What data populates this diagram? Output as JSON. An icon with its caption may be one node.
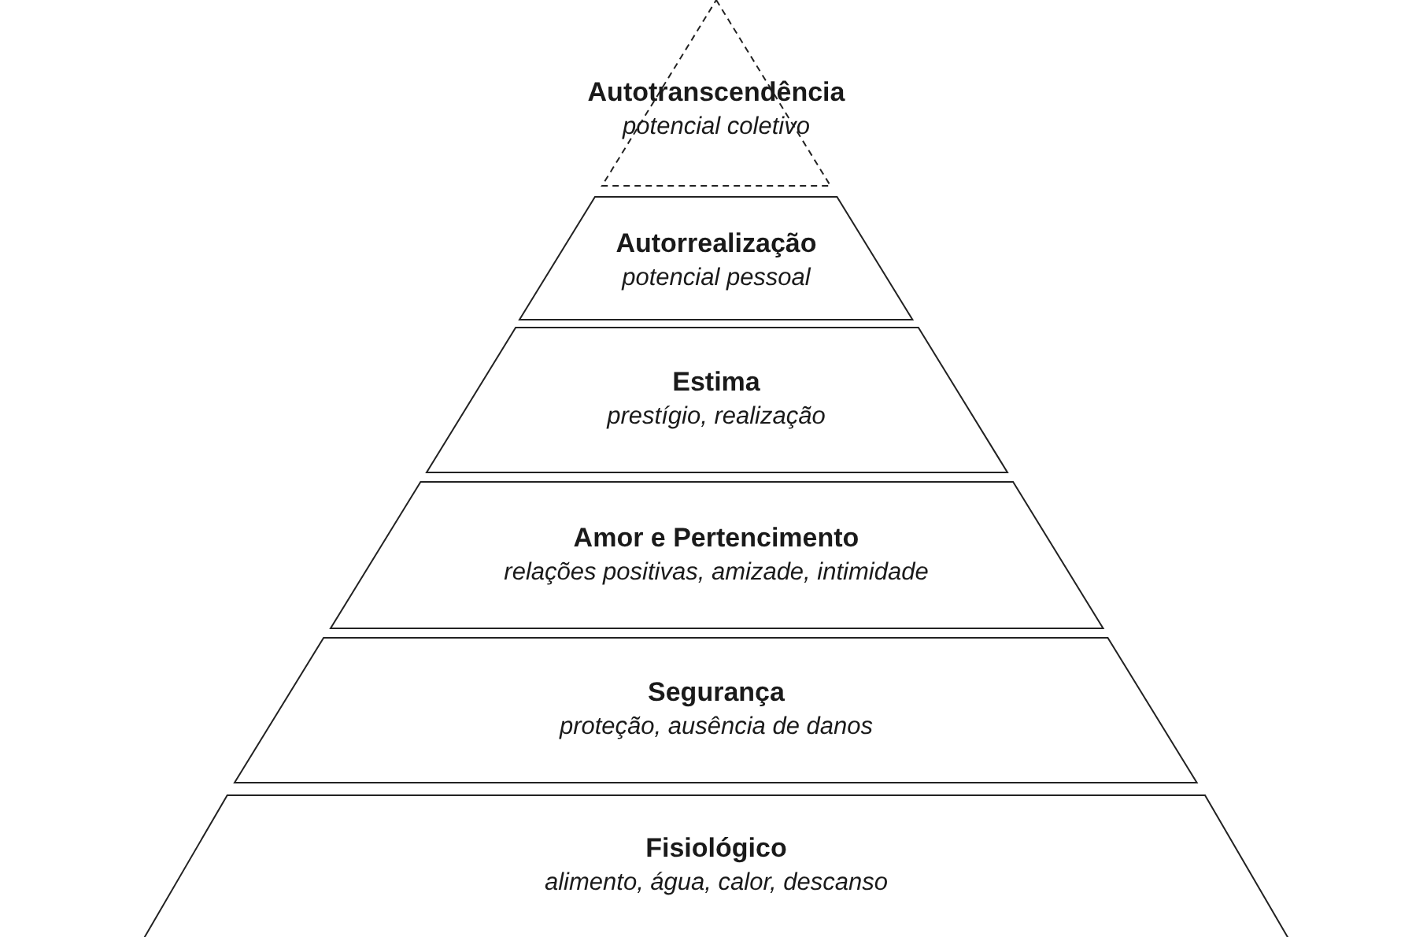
{
  "diagram": {
    "nodes": [
      {
        "text": [
          "Autotranscendência",
          "potencial coletivo"
        ]
      },
      {
        "text": [
          "Autorrealização",
          "potencial pessoal"
        ]
      },
      {
        "text": [
          "Estima",
          "prestígio, realização"
        ]
      },
      {
        "text": [
          "Amor e Pertencimento",
          "relações positivas, amizade, intimidade"
        ]
      },
      {
        "text": [
          "Segurança",
          "proteção, ausência de danos"
        ]
      },
      {
        "text": [
          "Fisiológico",
          "alimento, água, calor, descanso"
        ]
      }
    ]
  }
}
